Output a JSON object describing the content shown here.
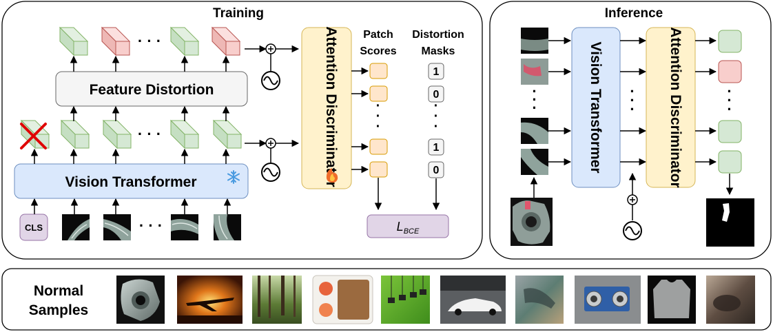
{
  "training": {
    "title": "Training",
    "feature_distortion_label": "Feature Distortion",
    "vision_transformer_label": "Vision Transformer",
    "attention_discriminator_label": "Attention Discriminator",
    "cls_label": "CLS",
    "ellipsis": "· · ·",
    "patch_scores_header": [
      "Patch",
      "Scores"
    ],
    "distortion_masks_header": [
      "Distortion",
      "Masks"
    ],
    "mask_values": [
      "1",
      "0",
      "1",
      "0"
    ],
    "loss_label": "L",
    "loss_subscript": "BCE",
    "frozen_icon": "snowflake-icon",
    "trainable_icon": "flame-icon"
  },
  "inference": {
    "title": "Inference",
    "vision_transformer_label": "Vision Transformer",
    "attention_discriminator_label": "Attention Discriminator",
    "output_colors": [
      "#d5e8d4",
      "#f8cecc",
      "#d5e8d4",
      "#d5e8d4"
    ]
  },
  "normal_samples": {
    "label_line1": "Normal",
    "label_line2": "Samples",
    "thumbnails": [
      "metal-part",
      "airplane-sunset",
      "forest",
      "food-tray",
      "green-screen-cameras",
      "sports-car",
      "blurry-bird",
      "sensor-board",
      "gray-shirt",
      "cat"
    ]
  },
  "colors": {
    "green_fill": "#d5e8d4",
    "green_stroke": "#82b366",
    "red_fill": "#f8cecc",
    "red_stroke": "#b85450",
    "blue_fill": "#dae8fc",
    "blue_stroke": "#6c8ebf",
    "yellow_fill": "#fff2cc",
    "yellow_stroke": "#d6b656",
    "orange_fill": "#ffe6cc",
    "orange_stroke": "#d79b00",
    "purple_fill": "#e1d5e7",
    "purple_stroke": "#9673a6",
    "gray_fill": "#f5f5f5",
    "gray_stroke": "#666666"
  }
}
